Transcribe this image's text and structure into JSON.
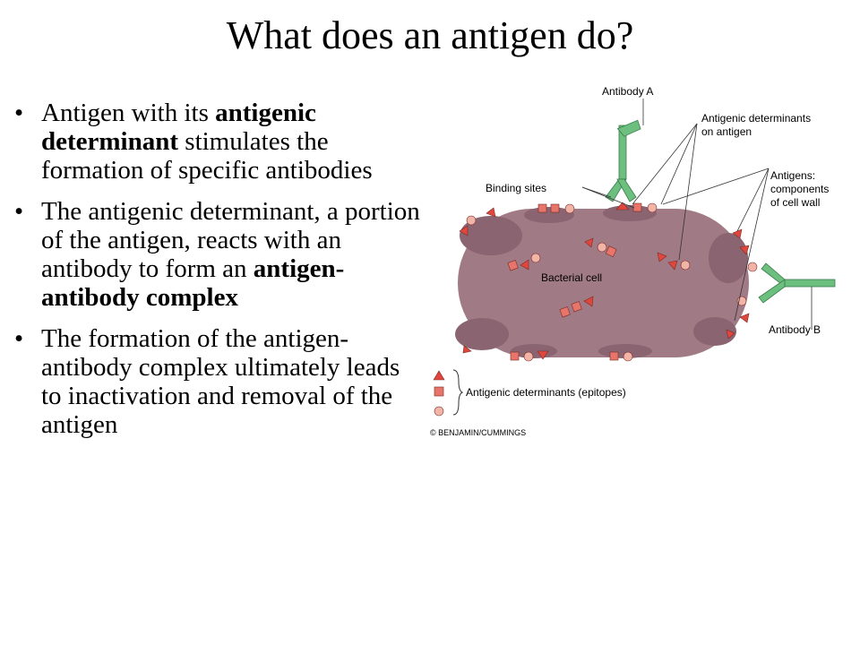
{
  "slide": {
    "title": "What does an antigen do?",
    "bullets": [
      {
        "parts": [
          "Antigen with its ",
          "antigenic determinant",
          " stimulates the formation of specific antibodies"
        ]
      },
      {
        "parts": [
          "The antigenic determinant, a portion of the antigen, reacts with an antibody to form an ",
          "antigen-antibody complex",
          ""
        ]
      },
      {
        "parts": [
          "The formation of the antigen-antibody complex ultimately leads to inactivation and removal of the antigen",
          "",
          ""
        ]
      }
    ]
  },
  "diagram": {
    "labels": {
      "antibody_a": "Antibody A",
      "antigenic_determinants_line1": "Antigenic determinants",
      "antigenic_determinants_line2": "on antigen",
      "antigens_line1": "Antigens:",
      "antigens_line2": "components",
      "antigens_line3": "of cell wall",
      "binding_sites": "Binding sites",
      "bacterial_cell": "Bacterial cell",
      "antibody_b": "Antibody B",
      "epitopes_legend": "Antigenic determinants (epitopes)",
      "copyright": "© BENJAMIN/CUMMINGS"
    },
    "colors": {
      "cell_fill": "#a07a84",
      "cell_patch": "#8a6470",
      "antibody": "#6dbf7f",
      "triangle": "#e0473c",
      "square": "#e8756a",
      "circle": "#f2b4a6"
    }
  }
}
